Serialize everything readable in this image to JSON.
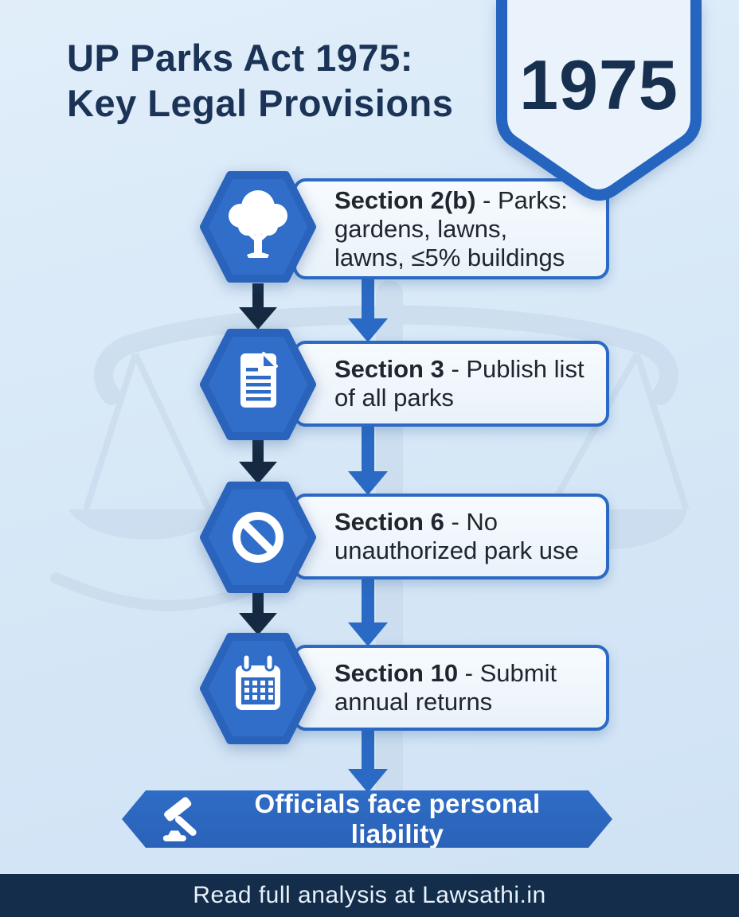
{
  "title": {
    "line1": "UP Parks Act 1975:",
    "line2": "Key Legal Provisions"
  },
  "badge": {
    "year": "1975"
  },
  "steps": [
    {
      "icon": "tree-icon",
      "section": "Section 2(b)",
      "rest": " - Parks:",
      "line2": "gardens, lawns,",
      "line3": "lawns, ≤5% buildings"
    },
    {
      "icon": "document-icon",
      "section": "Section 3",
      "rest": " - Publish list",
      "line2": "of all parks"
    },
    {
      "icon": "no-entry-icon",
      "section": "Section 6",
      "rest": " - No",
      "line2": "unauthorized park use"
    },
    {
      "icon": "calendar-icon",
      "section": "Section 10",
      "rest": " - Submit",
      "line2": "annual returns"
    }
  ],
  "banner": {
    "icon": "gavel-icon",
    "label": "Officials face personal liability"
  },
  "footer": {
    "label": "Read full analysis at Lawsathi.in"
  },
  "colors": {
    "background": "#d7e8f7",
    "primary_blue": "#2b6ac4",
    "hexagon_blue": "#306ec9",
    "dark_navy_arrow": "#152a40",
    "title_navy": "#1b3356",
    "box_fill": "#eef5fc",
    "footer_bg": "#132d4b",
    "watermark_blue": "#c3d6e8"
  }
}
